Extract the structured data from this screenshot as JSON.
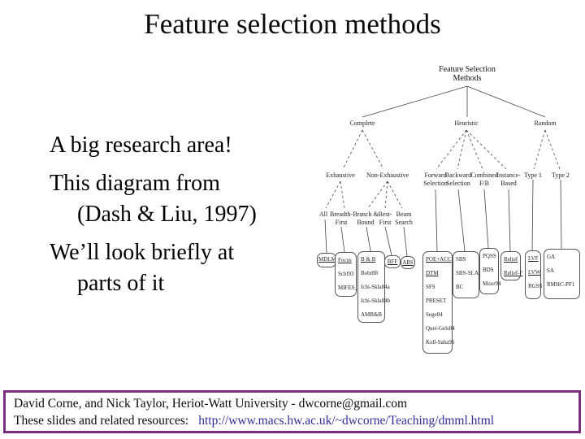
{
  "slide": {
    "title": "Feature selection methods",
    "body": [
      {
        "text": "A big research area!"
      },
      {
        "text": "This diagram from"
      },
      {
        "text": "(Dash & Liu, 1997)"
      },
      {
        "text": "We’ll look briefly at"
      },
      {
        "text": "parts of it"
      }
    ]
  },
  "footer": {
    "credit": "David Corne, and Nick Taylor,  Heriot-Watt University  -  dwcorne@gmail.com",
    "resources_label": "These slides and related resources:",
    "resources_link": "http://www.macs.hw.ac.uk/~dwcorne/Teaching/dmml.html",
    "border_color": "#7b2d80",
    "link_color": "#2f2f99"
  },
  "diagram": {
    "title": "Feature Selection Methods taxonomy (Dash & Liu, 1997)",
    "labels": {
      "root": "Feature Selection\nMethods",
      "complete": "Complete",
      "heuristic": "Heuristic",
      "random": "Random",
      "exhaustive": "Exhaustive",
      "non_exhaustive": "Non-Exhaustive",
      "forward": "Forward\nSelection",
      "backward": "Backward\nSelection",
      "combined": "Combined\nF/B",
      "instance": "Instance-\nBased",
      "type1": "Type 1",
      "type2": "Type 2",
      "all": "All",
      "breadth_first": "Breadth-\nFirst",
      "branch_bound": "Branch &\nBound",
      "best_first": "Best-\nFirst",
      "beam_search": "Beam\nSearch"
    },
    "leaves": [
      {
        "name": "mdlm",
        "items": [
          "MDLM"
        ]
      },
      {
        "name": "focus",
        "items": [
          "Focus",
          "Schl93",
          "MIFES_1"
        ]
      },
      {
        "name": "bb",
        "items": [
          "B & B",
          "Bobr88",
          "Ichi-Skla84a",
          "Ichi-Skla84b",
          "AMB&B"
        ]
      },
      {
        "name": "bff",
        "items": [
          "BFF"
        ]
      },
      {
        "name": "abs",
        "items": [
          "ABS"
        ]
      },
      {
        "name": "poe",
        "items": [
          "POE+ACC",
          "DTM",
          "SFS",
          "PRESET",
          "Sege84",
          "Quei-Gels84",
          "Koll-Saha96"
        ]
      },
      {
        "name": "sbs",
        "items": [
          "SBS",
          "SBS-SLASH",
          "BC"
        ]
      },
      {
        "name": "pqss",
        "items": [
          "PQSS",
          "BDS",
          "Moor94"
        ]
      },
      {
        "name": "relief",
        "items": [
          "Relief",
          "Relief-F"
        ]
      },
      {
        "name": "lvf",
        "items": [
          "LVF",
          "LVW",
          "RGSS"
        ]
      },
      {
        "name": "ga",
        "items": [
          "GA",
          "SA",
          "RMHC-PF1"
        ]
      }
    ]
  }
}
